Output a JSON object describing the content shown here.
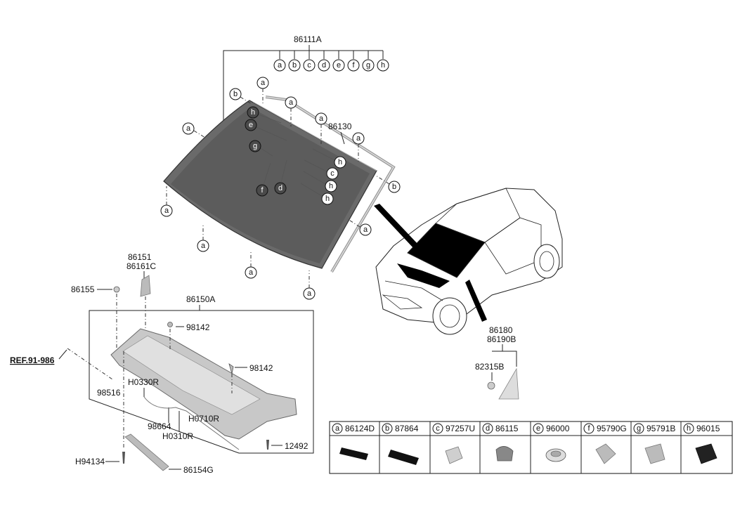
{
  "title": "86111A",
  "letters": [
    "a",
    "b",
    "c",
    "d",
    "e",
    "f",
    "g",
    "h"
  ],
  "labels": {
    "l86130": "86130",
    "l86151": "86151",
    "l86161C": "86161C",
    "l86155": "86155",
    "l86150A": "86150A",
    "l98142a": "98142",
    "l98142b": "98142",
    "lref": "REF.91-986",
    "l98516": "98516",
    "lH0330R": "H0330R",
    "l98664": "98664",
    "lH0310R": "H0310R",
    "lH0710R": "H0710R",
    "l12492": "12492",
    "lH94134": "H94134",
    "l86154G": "86154G",
    "l86180": "86180",
    "l86190B": "86190B",
    "l82315B": "82315B"
  },
  "callouts": {
    "w_a1": "a",
    "w_a2": "a",
    "w_a3": "a",
    "w_a4": "a",
    "w_a5": "a",
    "w_a6": "a",
    "w_a7": "a",
    "w_a8": "a",
    "w_a9": "a",
    "w_a10": "a",
    "w_b1": "b",
    "w_b2": "b",
    "w_h1": "h",
    "w_e1": "e",
    "w_g1": "g",
    "w_f1": "f",
    "w_d1": "d",
    "w_h2": "h",
    "w_c1": "c",
    "w_h3": "h",
    "w_h4": "h"
  },
  "legend": [
    {
      "letter": "a",
      "part": "86124D"
    },
    {
      "letter": "b",
      "part": "87864"
    },
    {
      "letter": "c",
      "part": "97257U"
    },
    {
      "letter": "d",
      "part": "86115"
    },
    {
      "letter": "e",
      "part": "96000"
    },
    {
      "letter": "f",
      "part": "95790G"
    },
    {
      "letter": "g",
      "part": "95791B"
    },
    {
      "letter": "h",
      "part": "96015"
    }
  ]
}
